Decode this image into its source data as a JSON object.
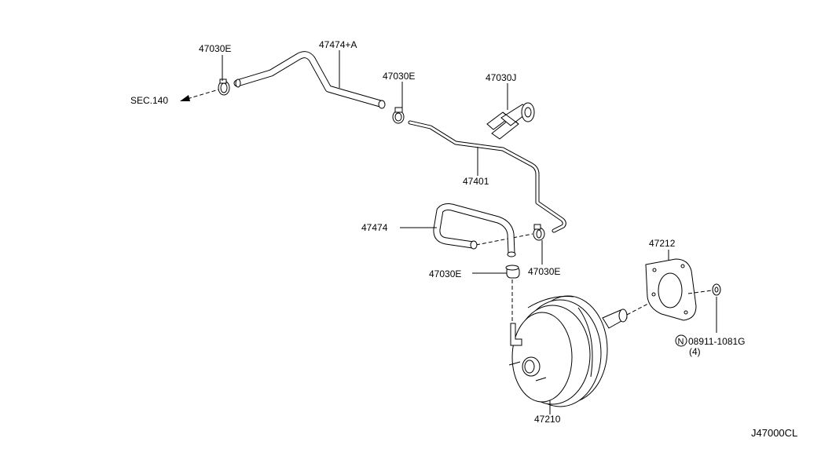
{
  "labels": {
    "clamp_top_left": "47030E",
    "hose_upper": "47474+A",
    "clamp_upper_mid": "47030E",
    "connector": "47030J",
    "sec": "SEC.140",
    "tube": "47401",
    "hose_lower": "47474",
    "clamp_lower_right": "47030E",
    "clamp_lower_left": "47030E",
    "gasket": "47212",
    "nut_part": "08911-1081G",
    "nut_qty": "(4)",
    "nut_symbol": "N",
    "booster": "47210",
    "diagram_id": "J47000CL"
  }
}
